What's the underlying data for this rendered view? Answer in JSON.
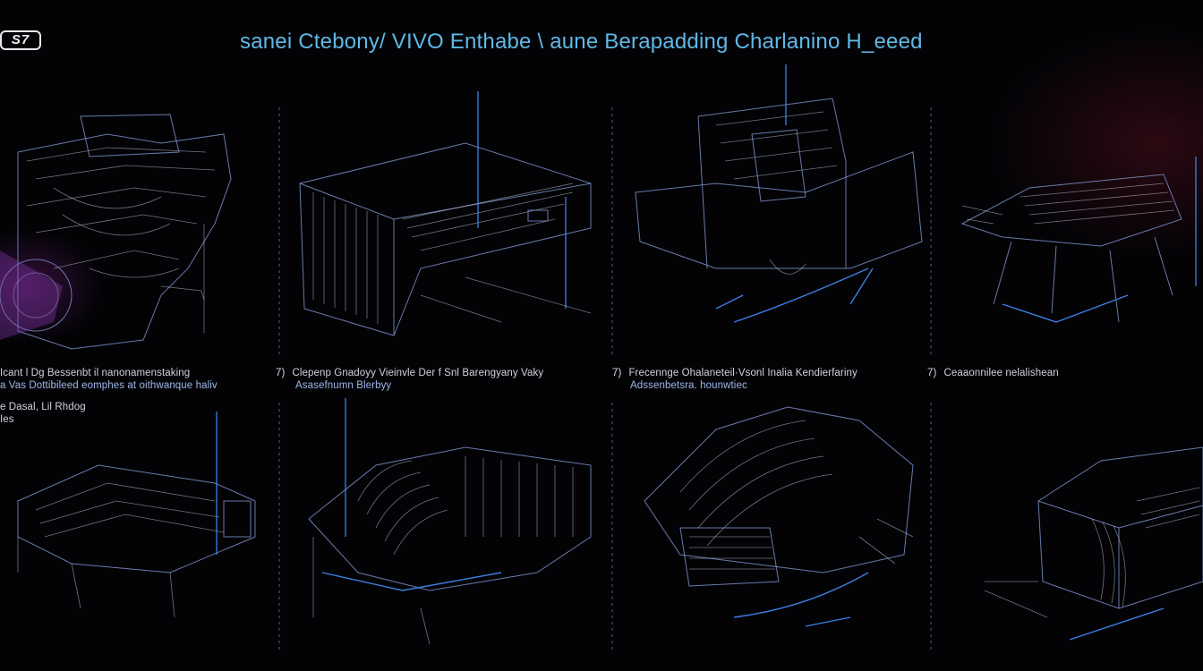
{
  "header": {
    "logo_text": "S7",
    "title": "sanei Ctebony/ VIVO Enthabe \\ aune Berapadding Charlanino H_eeed"
  },
  "captions": [
    {
      "num": "",
      "line1": "Icant l Dg Bessenbt il nanonamenstaking",
      "line2": "a Vas Dottibileed eomphes at oithwanque haliv",
      "line3": "e Dasal, Lil Rhdog",
      "line4": "Ies"
    },
    {
      "num": "7)",
      "line1": "Clepenp Gnadoyy Vieinvle  Der f Snl Barengyany Vaky",
      "line2": "Asasefnumn Blerbyy"
    },
    {
      "num": "7)",
      "line1": "Frecennge Ohalaneteil·Vsonl Inalia Kendierfariny",
      "line2": "Adssenbetsra. hounwtiec"
    },
    {
      "num": "7)",
      "line1": "Ceaaonnilee nelalishean",
      "line2": ""
    }
  ],
  "colors": {
    "background": "#030306",
    "title": "#5fb8e6",
    "wire_blue": "#3d7fe0",
    "wire_light": "#c9d0e6"
  }
}
